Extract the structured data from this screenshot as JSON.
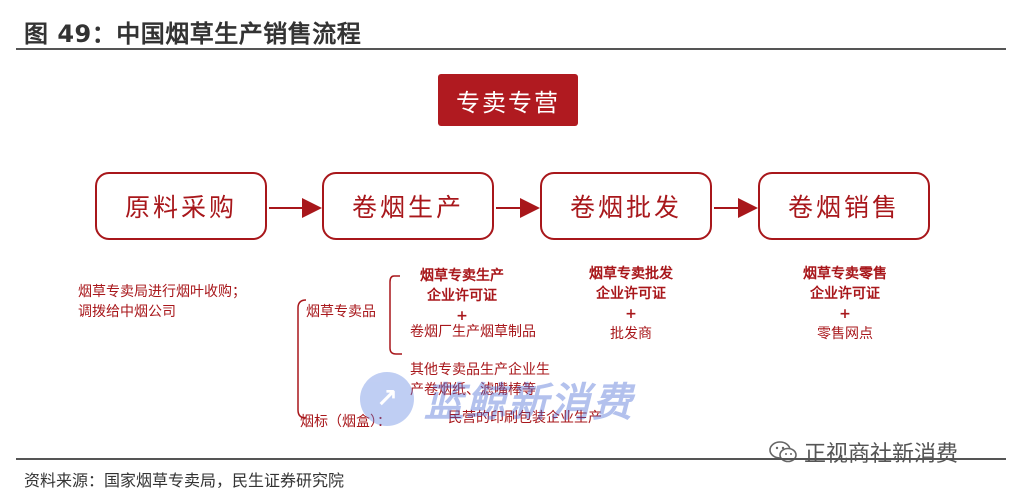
{
  "figure": {
    "title": "图 49：中国烟草生产销售流程",
    "source": "资料来源：国家烟草专卖局，民生证券研究院"
  },
  "banner": "专卖专营",
  "stages": [
    {
      "label": "原料采购"
    },
    {
      "label": "卷烟生产"
    },
    {
      "label": "卷烟批发"
    },
    {
      "label": "卷烟销售"
    }
  ],
  "notes": {
    "procurement": {
      "line1": "烟草专卖局进行烟叶收购；",
      "line2": "调拨给中烟公司"
    },
    "production": {
      "monopoly_goods_label": "烟草专卖品",
      "license_line1": "烟草专卖生产",
      "license_line2": "企业许可证",
      "plus": "+",
      "factory": "卷烟厂生产烟草制品",
      "other_line1": "其他专卖品生产企业生",
      "other_line2": "产卷烟纸、滤嘴棒等",
      "label_box": "烟标（烟盒）：",
      "private_printing": "民营的印刷包装企业生产"
    },
    "wholesale": {
      "line1": "烟草专卖批发",
      "line2": "企业许可证",
      "plus": "+",
      "line3": "批发商"
    },
    "retail": {
      "line1": "烟草专卖零售",
      "line2": "企业许可证",
      "plus": "+",
      "line3": "零售网点"
    }
  },
  "watermark": {
    "text": "蓝鲸新消费",
    "logo_glyph": "↗"
  },
  "wechat_handle": "正视商社新消费",
  "colors": {
    "accent": "#a8171b",
    "banner_bg": "#b01a20",
    "rule": "#555555",
    "watermark": "#3a5fd0"
  }
}
